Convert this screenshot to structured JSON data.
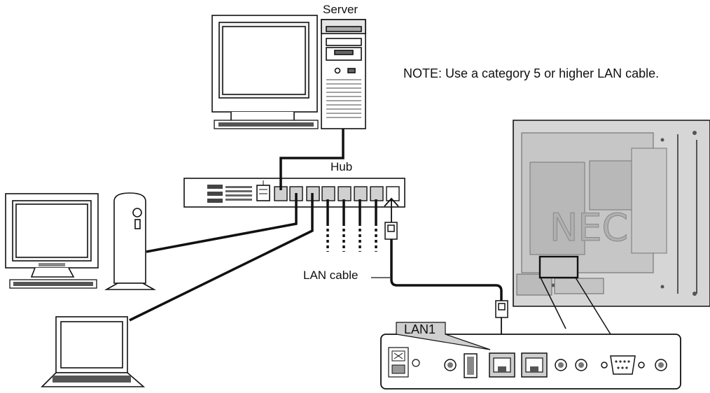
{
  "labels": {
    "server": "Server",
    "hub": "Hub",
    "note": "NOTE: Use a category 5 or higher LAN cable.",
    "lan_cable": "LAN cable",
    "lan1": "LAN1",
    "monitor_logo": "NEC"
  },
  "icons": {
    "server_pc": "desktop-computer-icon",
    "client_pc": "tower-computer-icon",
    "laptop": "laptop-icon",
    "hub": "network-hub-icon",
    "display": "monitor-rear-panel-icon",
    "rj45": "rj45-connector-icon"
  },
  "colors": {
    "line": "#111111",
    "panel": "#d9d9d9",
    "panel_dark": "#8c8c8c",
    "callout": "#cfcfcf"
  }
}
